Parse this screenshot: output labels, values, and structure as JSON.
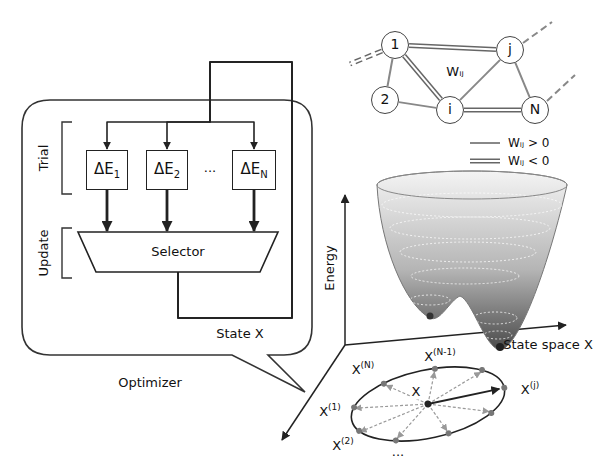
{
  "diagram": {
    "nodes": [
      {
        "text": [
          "ΔE",
          "1"
        ]
      },
      {
        "text": [
          "ΔE",
          "2"
        ]
      },
      {
        "text": [
          "ΔE",
          "N"
        ]
      },
      {
        "text": [
          "Selector"
        ]
      },
      {
        "text": [
          "1"
        ]
      },
      {
        "text": [
          "2"
        ]
      },
      {
        "text": [
          "i"
        ]
      },
      {
        "text": [
          "j"
        ]
      },
      {
        "text": [
          "N"
        ]
      }
    ],
    "edges": [
      {
        "from": 0,
        "to": 3,
        "arrow": "to"
      },
      {
        "from": 1,
        "to": 3,
        "arrow": "to"
      },
      {
        "from": 2,
        "to": 3,
        "arrow": "to"
      },
      {
        "from": 3,
        "to": 0,
        "arrow": "to"
      },
      {
        "from": 3,
        "to": 1,
        "arrow": "to"
      },
      {
        "from": 3,
        "to": 2,
        "arrow": "to"
      },
      {
        "from": 4,
        "to": 7,
        "arrow": "none"
      },
      {
        "from": 4,
        "to": 5,
        "arrow": "none"
      },
      {
        "from": 4,
        "to": 6,
        "arrow": "none"
      },
      {
        "from": 5,
        "to": 6,
        "arrow": "none"
      },
      {
        "from": 6,
        "to": 7,
        "arrow": "none"
      },
      {
        "from": 7,
        "to": 8,
        "arrow": "none"
      },
      {
        "from": 6,
        "to": 8,
        "arrow": "none"
      }
    ],
    "labels": [
      "Trial",
      "Update",
      "State X",
      "Optimizer",
      "...",
      "Wᵢⱼ",
      "Energy",
      "State space X",
      "X",
      "(N-1)",
      "X",
      "(N)",
      "X",
      "X",
      "(1)",
      "X",
      "(2)",
      "X",
      "(j)",
      "..."
    ],
    "legend": [
      {
        "text": "Wᵢⱼ > 0"
      },
      {
        "text": "Wᵢⱼ < 0"
      }
    ]
  }
}
